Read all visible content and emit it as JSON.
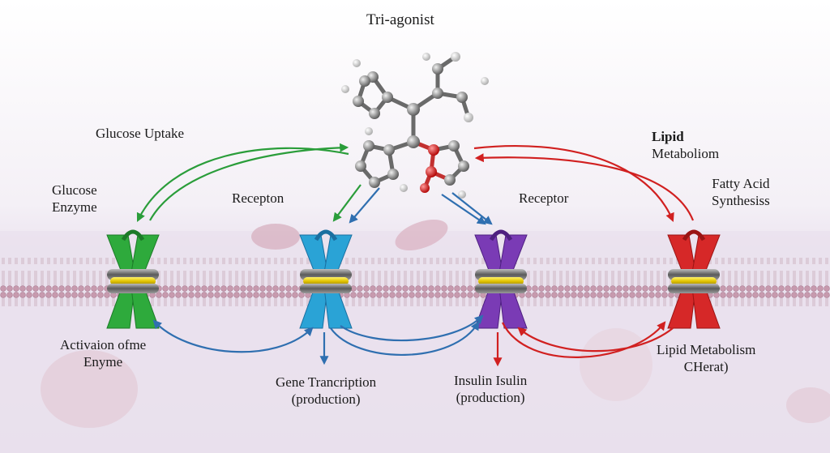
{
  "diagram": {
    "title": "Tri-agonist",
    "labels": {
      "glucose_uptake": "Glucose Uptake",
      "glucose_enzyme": [
        "Glucose",
        "Enzyme"
      ],
      "recepton": "Recepton",
      "receptor": "Receptor",
      "lipid_metabolism_top": [
        "Lipid",
        "Metaboliom"
      ],
      "fatty_acid": [
        "Fatty Acid",
        "Synthesiss"
      ],
      "activation": [
        "Activaion ofme",
        "Enyme"
      ],
      "gene_transcription": [
        "Gene Trancription",
        "(production)"
      ],
      "insulin": [
        "Insulin Isulin",
        "(production)"
      ],
      "lipid_metabolism_bottom": [
        "Lipid Metabolism",
        "CHerat)"
      ]
    },
    "receptors": [
      {
        "name": "green-receptor",
        "color": "#2eaa3c",
        "dark": "#1c7a28"
      },
      {
        "name": "blue-receptor",
        "color": "#2aa3d6",
        "dark": "#1a6fa0"
      },
      {
        "name": "purple-receptor",
        "color": "#7a3bb5",
        "dark": "#4e2080"
      },
      {
        "name": "red-receptor",
        "color": "#d62828",
        "dark": "#9a1414"
      }
    ],
    "colors": {
      "green_arrow": "#2a9d3a",
      "blue_arrow": "#2f6fb0",
      "red_arrow": "#d12020",
      "membrane": "#c9a7b6",
      "cytoplasm": "#e9e1ee"
    }
  }
}
